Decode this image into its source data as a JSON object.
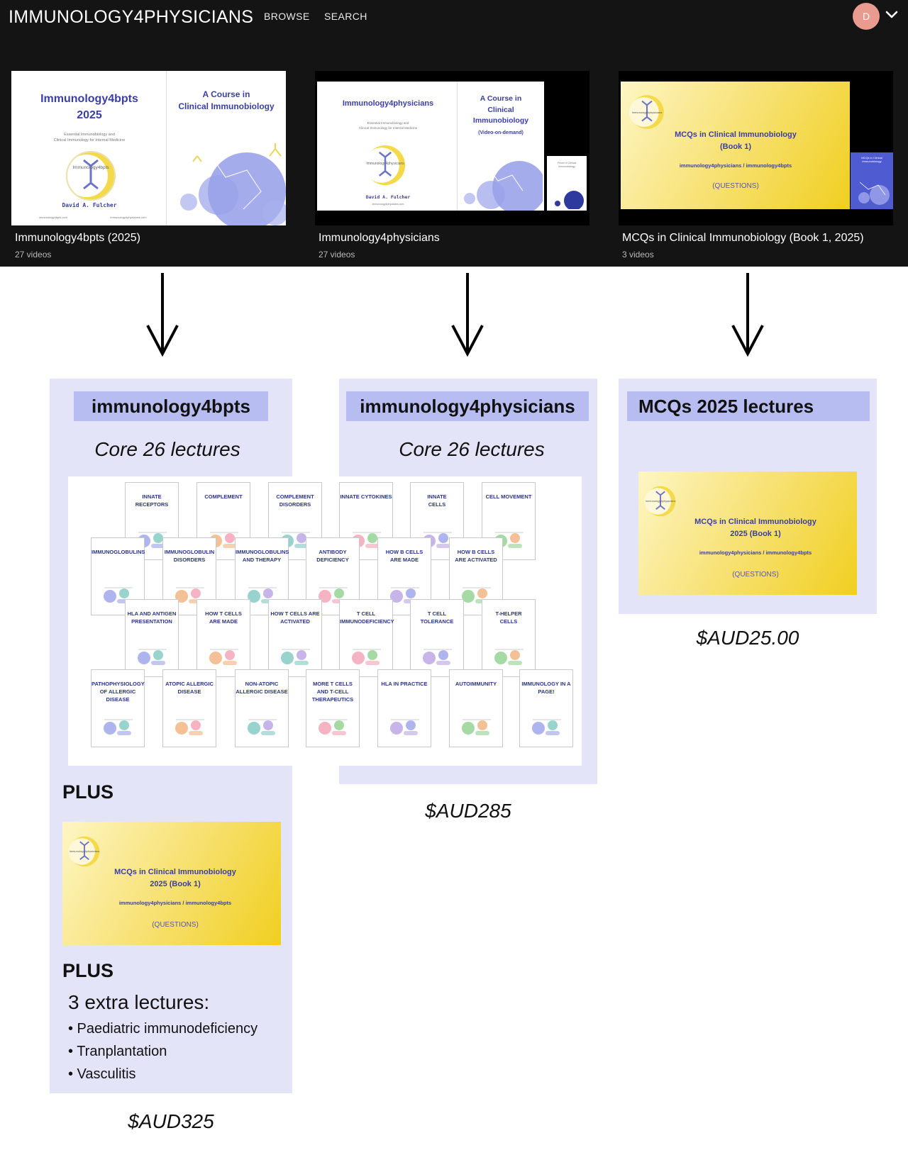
{
  "header": {
    "brand": "IMMUNOLOGY4PHYSICIANS",
    "nav": [
      "BROWSE",
      "SEARCH"
    ],
    "avatar_letter": "D",
    "avatar_color": "#e89b8e"
  },
  "collections": [
    {
      "title": "Immunology4bpts (2025)",
      "count": "27 videos",
      "thumb": {
        "left_title": "Immunology4bpts\n2025",
        "left_sub": "Essential Immunobiology and\nClinical Immunology for Internal Medicine",
        "logo_text": "Immunology4bpts",
        "author": "David A. Fulcher",
        "footer_left": "immunology4bpts.com",
        "footer_right": "immunology4physicians.com",
        "right_title": "A Course in\nClinical Immunobiology"
      }
    },
    {
      "title": "Immunology4physicians",
      "count": "27 videos",
      "thumb": {
        "left_title": "Immunology4physicians",
        "left_sub": "Essential Immunobiology and\nClinical Immunology for Internal Medicine",
        "logo_text": "Immunology4physicians",
        "author": "David A. Fulcher",
        "footer": "immunology4physicians.com",
        "right_title": "A Course in\nClinical\nImmunobiology",
        "right_sub": "(Video-on-demand)",
        "mini_title": "Primer of Clinical\nImmunobiology"
      }
    },
    {
      "title": "MCQs in Clinical Immunobiology (Book 1, 2025)",
      "count": "3 videos",
      "thumb": {
        "title": "MCQs in Clinical Immunobiology\n(Book 1)",
        "sub": "immunology4physicians / immunology4bpts",
        "q": "(QUESTIONS)",
        "logo_text": "Immunology4physicians",
        "mini_title": "MCQs in Clinical\nImmunobiology"
      }
    }
  ],
  "offers": [
    {
      "name": "immunology4bpts",
      "core": "Core 26 lectures",
      "plus1": "PLUS",
      "mcq": {
        "title": "MCQs in Clinical Immunobiology\n2025 (Book 1)",
        "sub": "immunology4physicians / immunology4bpts",
        "q": "(QUESTIONS)",
        "logo_text": "Immunology4physicians"
      },
      "plus2": "PLUS",
      "extra_title": "3 extra lectures:",
      "extras": [
        "• Paediatric immunodeficiency",
        "• Tranplantation",
        "• Vasculitis"
      ],
      "price": "$AUD325"
    },
    {
      "name": "immunology4physicians",
      "core": "Core 26 lectures",
      "price": "$AUD285"
    },
    {
      "name": "MCQs 2025 lectures",
      "mcq": {
        "title": "MCQs in Clinical Immunobiology\n2025 (Book 1)",
        "sub": "immunology4physicians / immunology4bpts",
        "q": "(QUESTIONS)",
        "logo_text": "Immunology4physicians"
      },
      "price": "$AUD25.00"
    }
  ],
  "lectures": [
    "INNATE\nRECEPTORS",
    "COMPLEMENT",
    "COMPLEMENT\nDISORDERS",
    "INNATE CYTOKINES",
    "INNATE\nCELLS",
    "CELL MOVEMENT",
    "IMMUNOGLOBULINS",
    "IMMUNOGLOBULIN\nDISORDERS",
    "IMMUNOGLOBULINS\nAND THERAPY",
    "ANTIBODY\nDEFICIENCY",
    "HOW B CELLS\nARE MADE",
    "HOW B CELLS\nARE ACTIVATED",
    "HLA AND ANTIGEN\nPRESENTATION",
    "HOW T CELLS\nARE MADE",
    "HOW T CELLS ARE\nACTIVATED",
    "T CELL\nIMMUNODEFICIENCY",
    "T CELL\nTOLERANCE",
    "T-HELPER\nCELLS",
    "PATHOPHYSIOLOGY\nOF ALLERGIC\nDISEASE",
    "ATOPIC ALLERGIC\nDISEASE",
    "NON-ATOPIC\nALLERGIC DISEASE",
    "MORE T CELLS\nAND T-CELL\nTHERAPEUTICS",
    "HLA IN PRACTICE",
    "AUTOIMMUNITY",
    "IMMUNOLOGY IN A\nPAGE!"
  ],
  "colors": {
    "accent_blue": "#3a3fa3",
    "panel": "#e4e4f8",
    "header_band": "#b8bdf1",
    "mcq_yellow": "#f0cf20"
  }
}
